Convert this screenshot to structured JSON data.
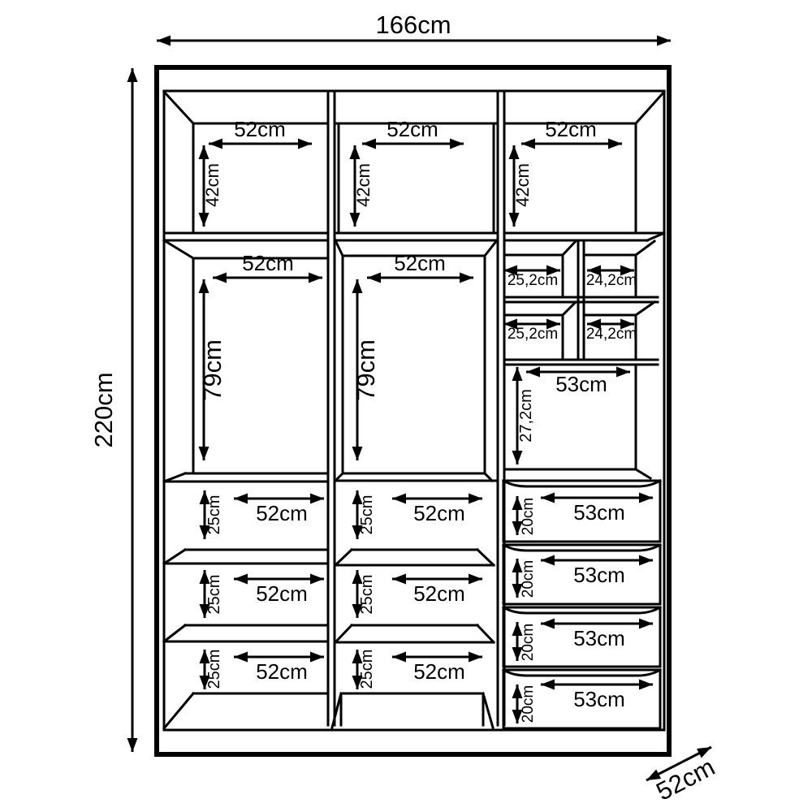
{
  "overall": {
    "width": "166cm",
    "height": "220cm",
    "depth": "52cm"
  },
  "left_column": {
    "top": {
      "width": "52cm",
      "height": "42cm"
    },
    "middle": {
      "width": "52cm",
      "height": "79cm"
    },
    "shelves": [
      {
        "width": "52cm",
        "height": "25cm"
      },
      {
        "width": "52cm",
        "height": "25cm"
      },
      {
        "width": "52cm",
        "height": "25cm"
      }
    ]
  },
  "middle_column": {
    "top": {
      "width": "52cm",
      "height": "42cm"
    },
    "middle": {
      "width": "52cm",
      "height": "79cm"
    },
    "shelves": [
      {
        "width": "52cm",
        "height": "25cm"
      },
      {
        "width": "52cm",
        "height": "25cm"
      },
      {
        "width": "52cm",
        "height": "25cm"
      }
    ]
  },
  "right_column": {
    "top": {
      "width": "52cm",
      "height": "42cm"
    },
    "cubbies": [
      {
        "width": "25,2cm"
      },
      {
        "width": "24,2cm"
      },
      {
        "width": "25,2cm"
      },
      {
        "width": "24,2cm"
      }
    ],
    "middle": {
      "width": "53cm",
      "height": "27,2cm"
    },
    "drawers": [
      {
        "width": "53cm",
        "height": "20cm"
      },
      {
        "width": "53cm",
        "height": "20cm"
      },
      {
        "width": "53cm",
        "height": "20cm"
      },
      {
        "width": "53cm",
        "height": "20cm"
      }
    ]
  }
}
